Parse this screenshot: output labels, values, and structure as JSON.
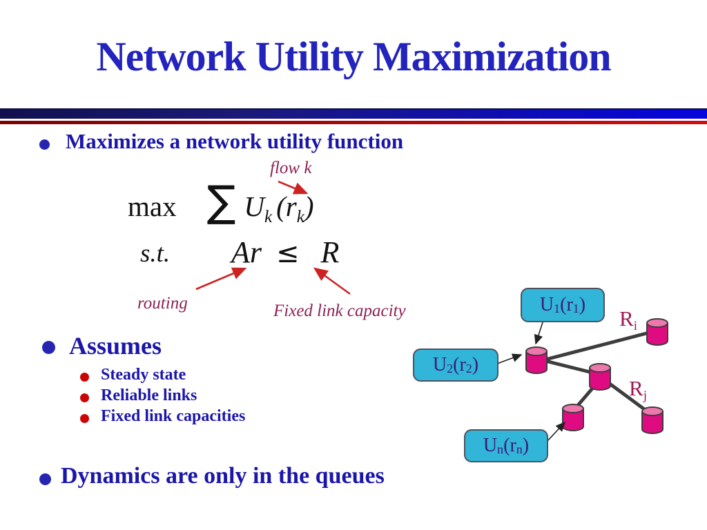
{
  "slide": {
    "title": "Network Utility Maximization",
    "bullets": {
      "b1": "Maximizes a network utility function",
      "b2": "Assumes",
      "b2_sub": [
        "Steady state",
        "Reliable links",
        "Fixed link capacities"
      ],
      "b3": "Dynamics are only in the queues"
    },
    "formula": {
      "max": "max",
      "sum": "∑",
      "u": "U",
      "u_sub": "k",
      "arg_open": "(",
      "arg_r": "r",
      "arg_sub": "k",
      "arg_close": ")",
      "st": "s.t.",
      "lhs": "Ar",
      "rel": "≤",
      "rhs": "R"
    },
    "annotations": {
      "flow": "flow k",
      "routing": "routing",
      "capacity": "Fixed link capacity"
    },
    "diagram": {
      "boxes": [
        {
          "u": "U",
          "u_sub": "1",
          "open": "(r",
          "r_sub": "1",
          "close": ")"
        },
        {
          "u": "U",
          "u_sub": "2",
          "open": "(r",
          "r_sub": "2",
          "close": ")"
        },
        {
          "u": "U",
          "u_sub": "n",
          "open": "(r",
          "r_sub": "n",
          "close": ")"
        }
      ],
      "links": [
        {
          "base": "R",
          "sub": "i"
        },
        {
          "base": "R",
          "sub": "j"
        }
      ]
    },
    "colors": {
      "title_blue": "#2323bd",
      "body_blue": "#1b16a9",
      "annotation_maroon": "#8b2252",
      "arrow_red": "#cc2222",
      "sub_bullet_red": "#cc0404",
      "box_cyan": "#31b5d8",
      "cylinder_pink": "#df0b80",
      "cylinder_top_pink": "#ee77ae",
      "line_gray": "#3d3d3d"
    }
  }
}
